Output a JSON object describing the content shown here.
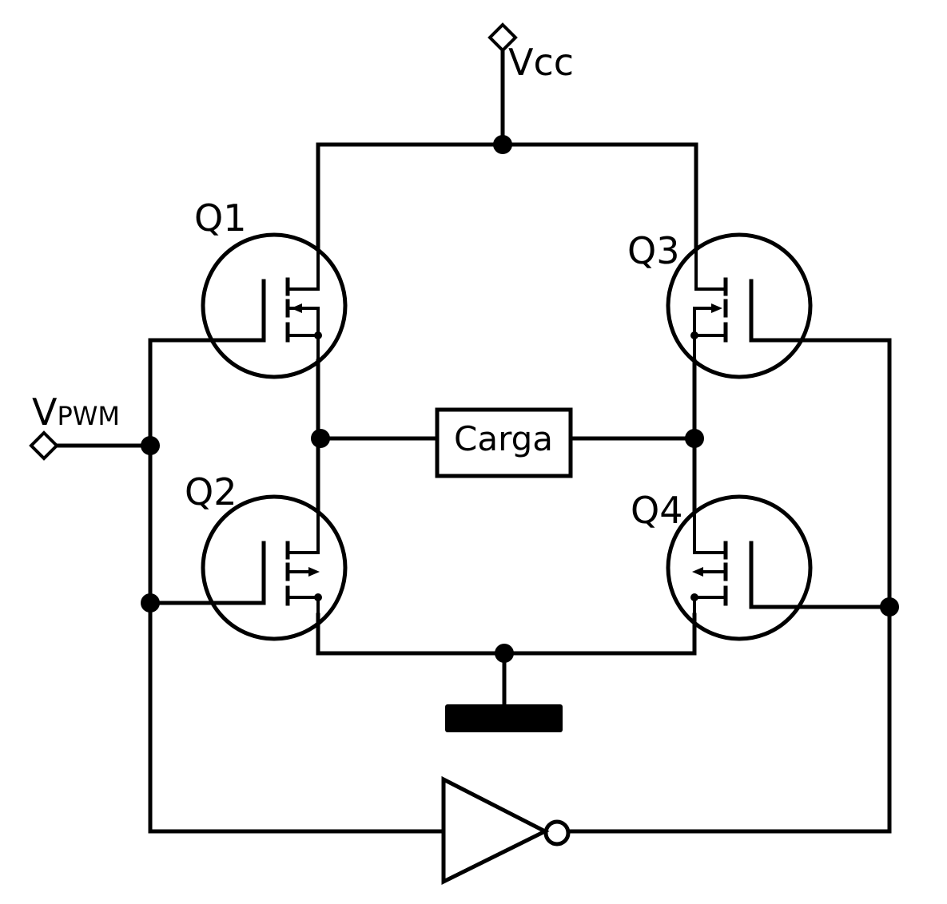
{
  "labels": {
    "vcc": "Vcc",
    "vpwm_main": "V",
    "vpwm_sub": "PWM",
    "q1": "Q1",
    "q2": "Q2",
    "q3": "Q3",
    "q4": "Q4",
    "load": "Carga"
  },
  "colors": {
    "stroke": "#000000",
    "background": "#ffffff"
  }
}
